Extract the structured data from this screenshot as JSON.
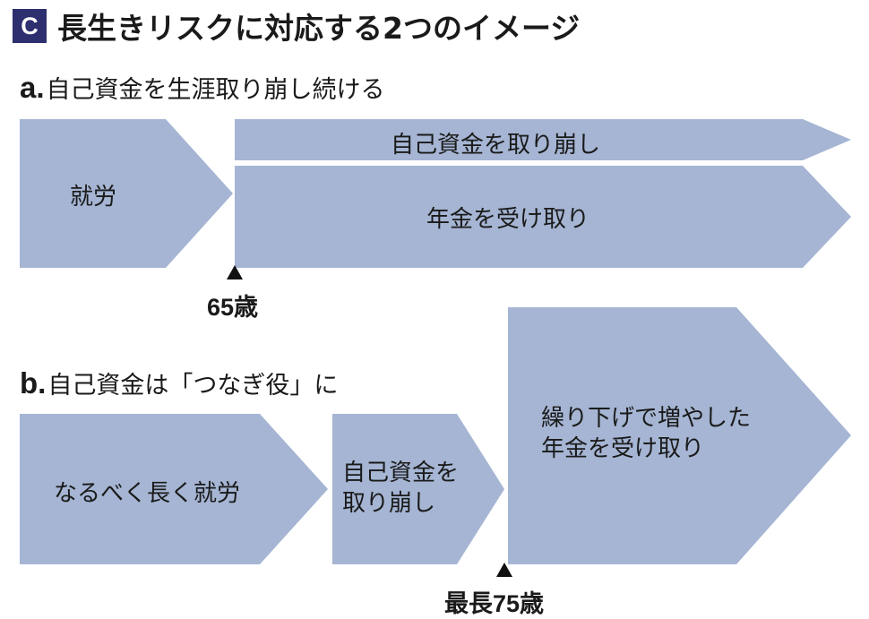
{
  "header": {
    "badge": "C",
    "title": "長生きリスクに対応する2つのイメージ"
  },
  "section_a": {
    "letter": "a.",
    "title": "自己資金を生涯取り崩し続ける",
    "blocks": {
      "work": "就労",
      "withdraw": "自己資金を取り崩し",
      "pension": "年金を受け取り"
    },
    "marker": "65歳"
  },
  "section_b": {
    "letter": "b.",
    "title": "自己資金は「つなぎ役」に",
    "blocks": {
      "work": "なるべく長く就労",
      "withdraw_line1": "自己資金を",
      "withdraw_line2": "取り崩し",
      "pension_line1": "繰り下げで増やした",
      "pension_line2": "年金を受け取り"
    },
    "marker": "最長75歳"
  },
  "colors": {
    "block_fill": "#a5b5d3",
    "badge": "#2d2f6e",
    "text": "#1a1a1a"
  }
}
